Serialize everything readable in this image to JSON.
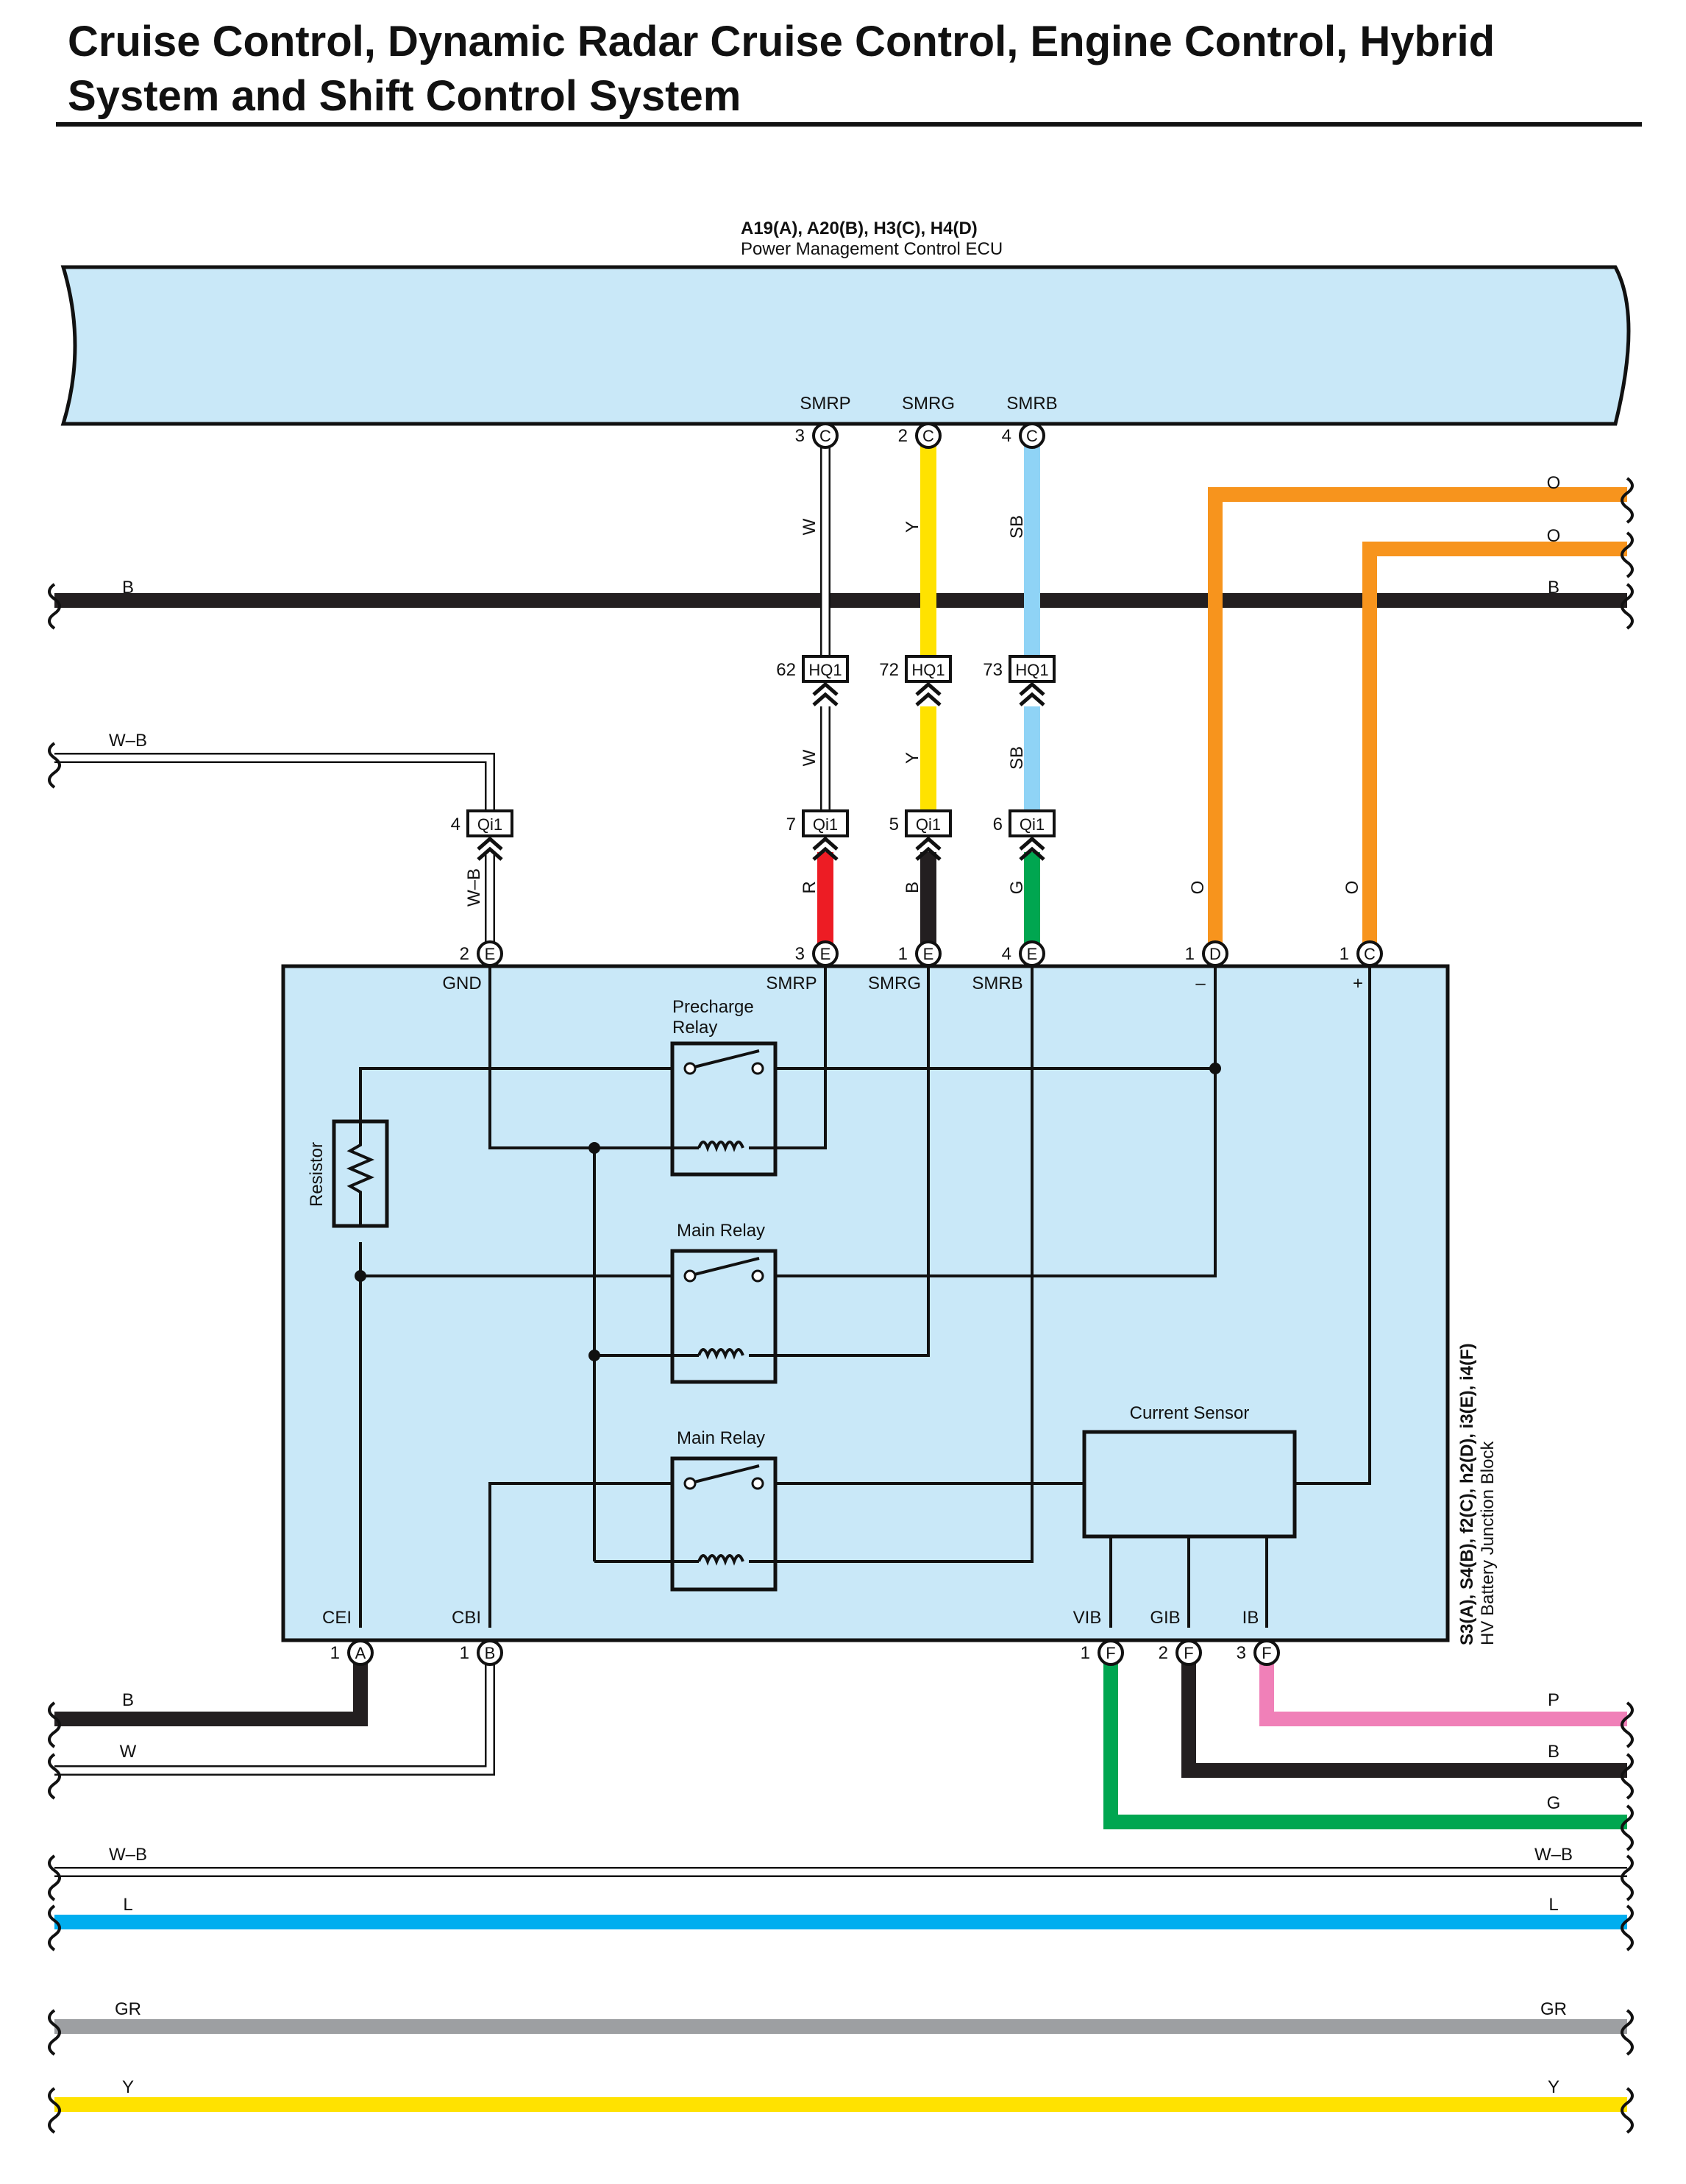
{
  "title": "Cruise Control, Dynamic Radar Cruise Control, Engine Control, Hybrid System and Shift Control System",
  "ecu": {
    "connectors": "A19(A), A20(B), H3(C), H4(D)",
    "name": "Power Management Control ECU",
    "pins": [
      {
        "label": "SMRP",
        "num": "3",
        "conn": "C"
      },
      {
        "label": "SMRG",
        "num": "2",
        "conn": "C"
      },
      {
        "label": "SMRB",
        "num": "4",
        "conn": "C"
      }
    ]
  },
  "junction_block": {
    "connectors": "S3(A), S4(B), f2(C), h2(D), i3(E), i4(F)",
    "name": "HV Battery Junction Block",
    "top_pins": [
      {
        "label": "GND",
        "num": "2",
        "conn": "E"
      },
      {
        "label": "SMRP",
        "num": "3",
        "conn": "E"
      },
      {
        "label": "SMRG",
        "num": "1",
        "conn": "E"
      },
      {
        "label": "SMRB",
        "num": "4",
        "conn": "E"
      },
      {
        "label": "–",
        "num": "1",
        "conn": "D"
      },
      {
        "label": "+",
        "num": "1",
        "conn": "C"
      }
    ],
    "bottom_pins": [
      {
        "label": "CEI",
        "num": "1",
        "conn": "A"
      },
      {
        "label": "CBI",
        "num": "1",
        "conn": "B"
      },
      {
        "label": "VIB",
        "num": "1",
        "conn": "F"
      },
      {
        "label": "GIB",
        "num": "2",
        "conn": "F"
      },
      {
        "label": "IB",
        "num": "3",
        "conn": "F"
      }
    ],
    "components": {
      "precharge_relay": [
        "Precharge",
        "Relay"
      ],
      "main_relay_1": "Main Relay",
      "main_relay_2": "Main Relay",
      "resistor": "Resistor",
      "current_sensor": "Current Sensor"
    }
  },
  "junction_connectors": {
    "hq1": [
      {
        "num": "62",
        "name": "HQ1"
      },
      {
        "num": "72",
        "name": "HQ1"
      },
      {
        "num": "73",
        "name": "HQ1"
      }
    ],
    "qi1": [
      {
        "num": "4",
        "name": "Qi1"
      },
      {
        "num": "7",
        "name": "Qi1"
      },
      {
        "num": "5",
        "name": "Qi1"
      },
      {
        "num": "6",
        "name": "Qi1"
      }
    ]
  },
  "wire_labels": {
    "smrp_upper": "W",
    "smrg_upper": "Y",
    "smrb_upper": "SB",
    "smrp_mid": "W",
    "smrg_mid": "Y",
    "smrb_mid": "SB",
    "gnd_lower": "W–B",
    "smrp_lower": "R",
    "smrg_lower": "B",
    "smrb_lower": "G",
    "minus_vert": "O",
    "plus_vert": "O",
    "o_right_1": "O",
    "o_right_2": "O",
    "b_bus_left": "B",
    "b_bus_right": "B",
    "wb_left_upper": "W–B",
    "cei_left": "B",
    "cbi_left": "W",
    "p_right": "P",
    "b_right": "B",
    "g_right": "G",
    "wb_bus_left": "W–B",
    "wb_bus_right": "W–B",
    "l_bus_left": "L",
    "l_bus_right": "L",
    "gr_bus_left": "GR",
    "gr_bus_right": "GR",
    "y_bus_left": "Y",
    "y_bus_right": "Y"
  },
  "colors": {
    "ecu_fill": "#c9e8f8",
    "black": "#231f20",
    "yellow": "#ffe200",
    "sky_blue": "#8fd3f6",
    "orange": "#f7941d",
    "red": "#ed1c24",
    "green": "#00a650",
    "pink": "#f080b8",
    "blue": "#00aeef",
    "gray": "#9d9fa2"
  }
}
